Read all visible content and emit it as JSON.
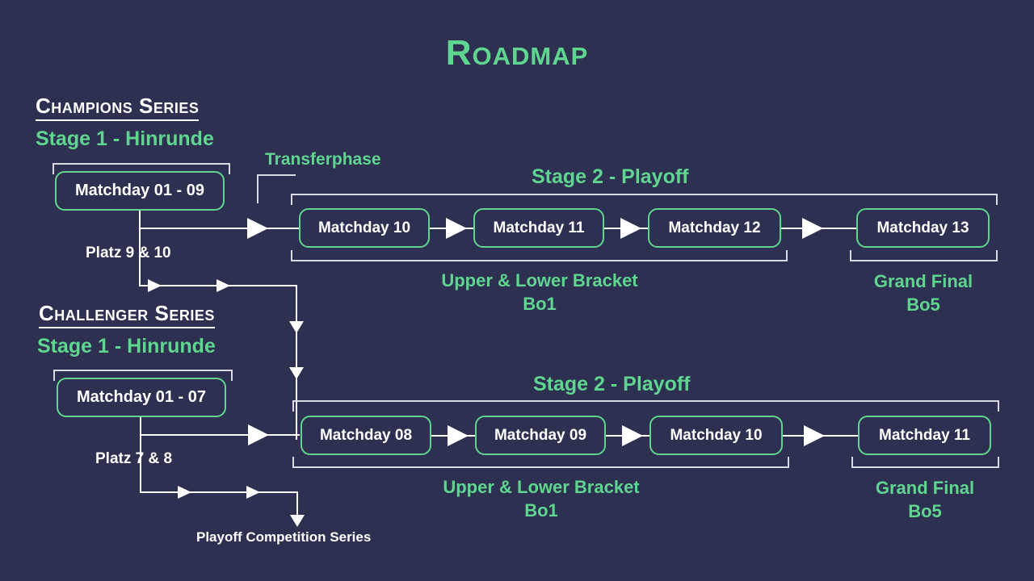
{
  "page": {
    "title": "Roadmap",
    "background_color": "#2d3050",
    "accent_color": "#5fd68f",
    "line_color": "#d8d9e4",
    "text_color": "#ffffff"
  },
  "champions": {
    "series_heading": "Champions Series",
    "stage1_label": "Stage 1 - Hinrunde",
    "stage1_box": "Matchday 01 - 09",
    "relegation_label": "Platz 9 & 10",
    "transfer_label": "Transferphase",
    "stage2_label": "Stage 2 - Playoff",
    "playoff_boxes": [
      "Matchday 10",
      "Matchday 11",
      "Matchday 12",
      "Matchday 13"
    ],
    "bracket_caption_line1": "Upper & Lower Bracket",
    "bracket_caption_line2": "Bo1",
    "final_caption_line1": "Grand Final",
    "final_caption_line2": "Bo5"
  },
  "challenger": {
    "series_heading": "Challenger Series",
    "stage1_label": "Stage 1 - Hinrunde",
    "stage1_box": "Matchday 01 - 07",
    "relegation_label": "Platz 7 & 8",
    "stage2_label": "Stage 2 - Playoff",
    "playoff_boxes": [
      "Matchday 08",
      "Matchday 09",
      "Matchday 10",
      "Matchday 11"
    ],
    "bracket_caption_line1": "Upper & Lower Bracket",
    "bracket_caption_line2": "Bo1",
    "final_caption_line1": "Grand Final",
    "final_caption_line2": "Bo5"
  },
  "footer": {
    "playoff_competition_label": "Playoff Competition Series"
  }
}
